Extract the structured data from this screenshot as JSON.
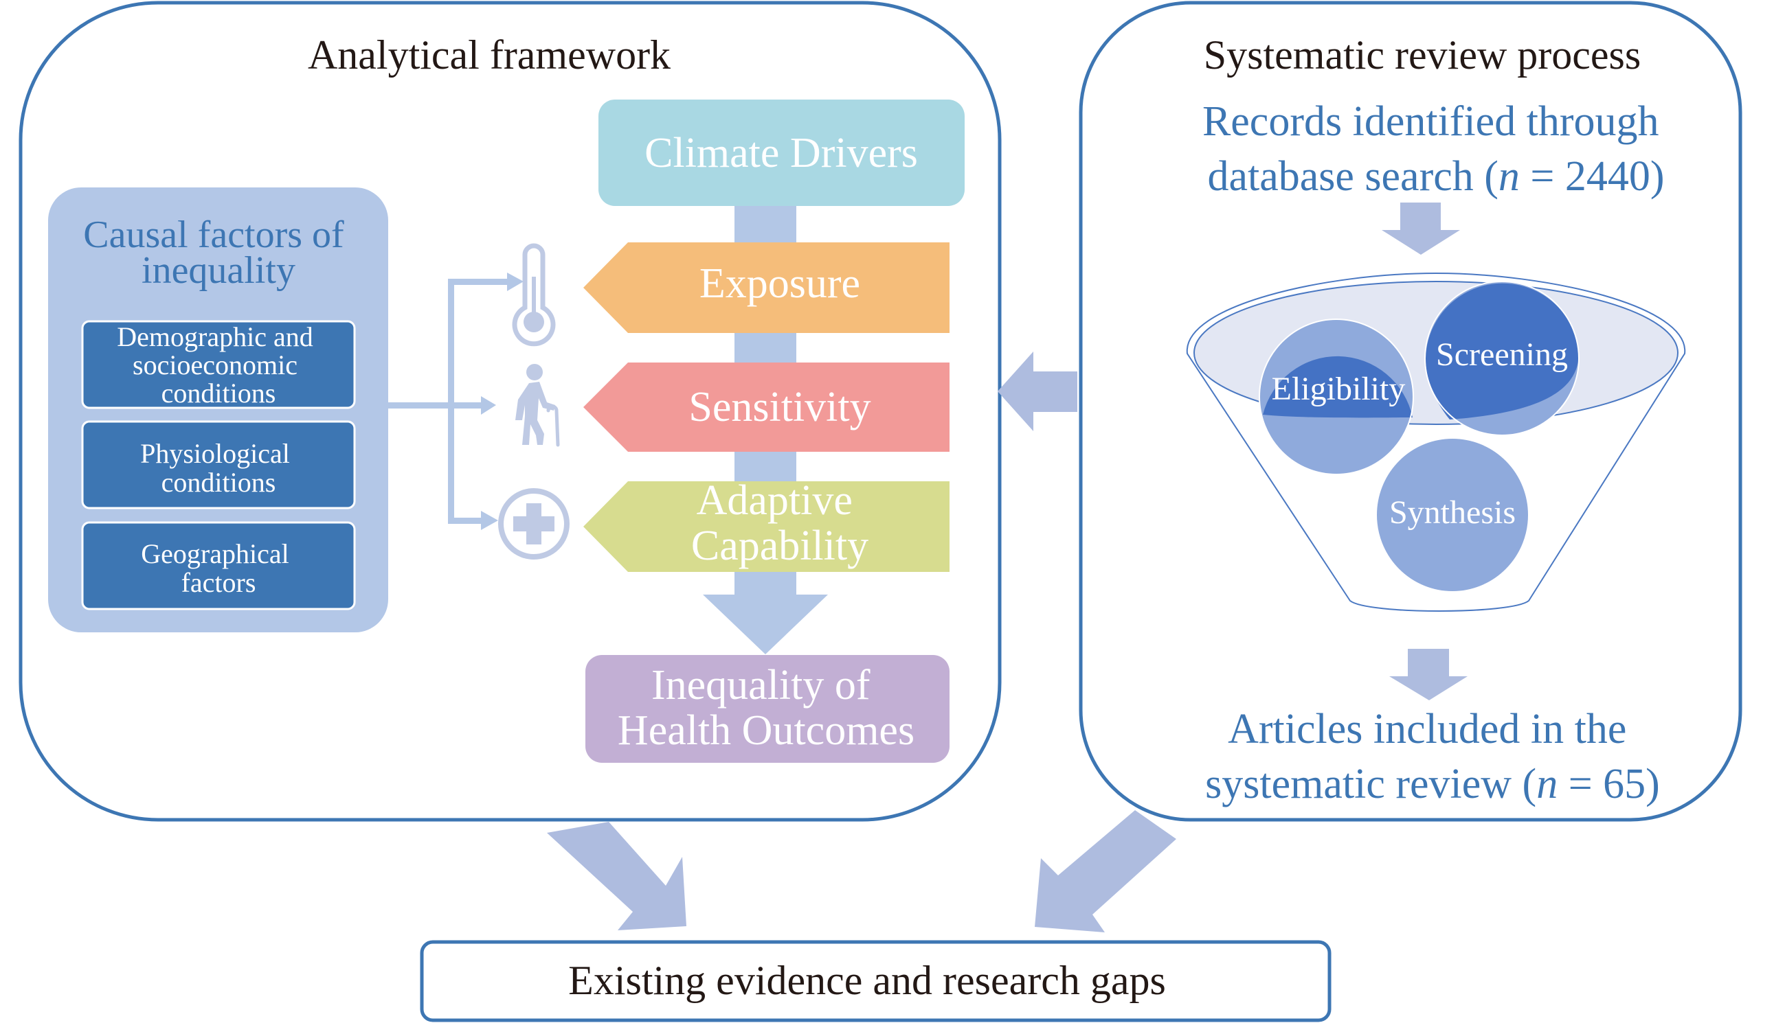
{
  "colors": {
    "panel_border": "#3d76b3",
    "heading_text": "#231815",
    "accent_blue_text": "#3d76b3",
    "causal_box_bg": "#b3c7e7",
    "factor_box_bg": "#3d76b3",
    "climate_drivers": "#a9d8e3",
    "exposure": "#f5bd7a",
    "sensitivity": "#f29a98",
    "adaptive_capability": "#d7dc8f",
    "health_outcomes": "#c2afd4",
    "arrow_light": "#aebcdf",
    "funnel_stroke": "#4a78c2",
    "circle_dark": "#4472c4",
    "circle_light": "#8faadc"
  },
  "analytical_framework": {
    "title": "Analytical framework",
    "causal_factors": {
      "title_lines": [
        "Causal factors of",
        "inequality"
      ],
      "items": [
        {
          "lines": [
            "Demographic and",
            "socioeconomic",
            "conditions"
          ]
        },
        {
          "lines": [
            "Physiological",
            "conditions"
          ]
        },
        {
          "lines": [
            "Geographical",
            "factors"
          ]
        }
      ]
    },
    "icons": [
      "thermometer-icon",
      "elderly-person-icon",
      "medical-cross-icon"
    ],
    "climate_drivers": "Climate Drivers",
    "steps": [
      {
        "lines": [
          "Exposure"
        ]
      },
      {
        "lines": [
          "Sensitivity"
        ]
      },
      {
        "lines": [
          "Adaptive",
          "Capability"
        ]
      }
    ],
    "outcome": {
      "lines": [
        "Inequality of",
        "Health Outcomes"
      ]
    }
  },
  "systematic_review": {
    "title": "Systematic review process",
    "records": {
      "line1": "Records identified through",
      "line2_prefix": "database search (",
      "n_symbol": "n",
      "line2_suffix": " = 2440)",
      "count": 2440
    },
    "funnel_stages": [
      "Screening",
      "Eligibility",
      "Synthesis"
    ],
    "articles": {
      "line1": "Articles included in the",
      "line2_prefix": "systematic review (",
      "n_symbol": "n",
      "line2_suffix": " = 65)",
      "count": 65
    }
  },
  "result": {
    "label": "Existing evidence and research gaps"
  }
}
